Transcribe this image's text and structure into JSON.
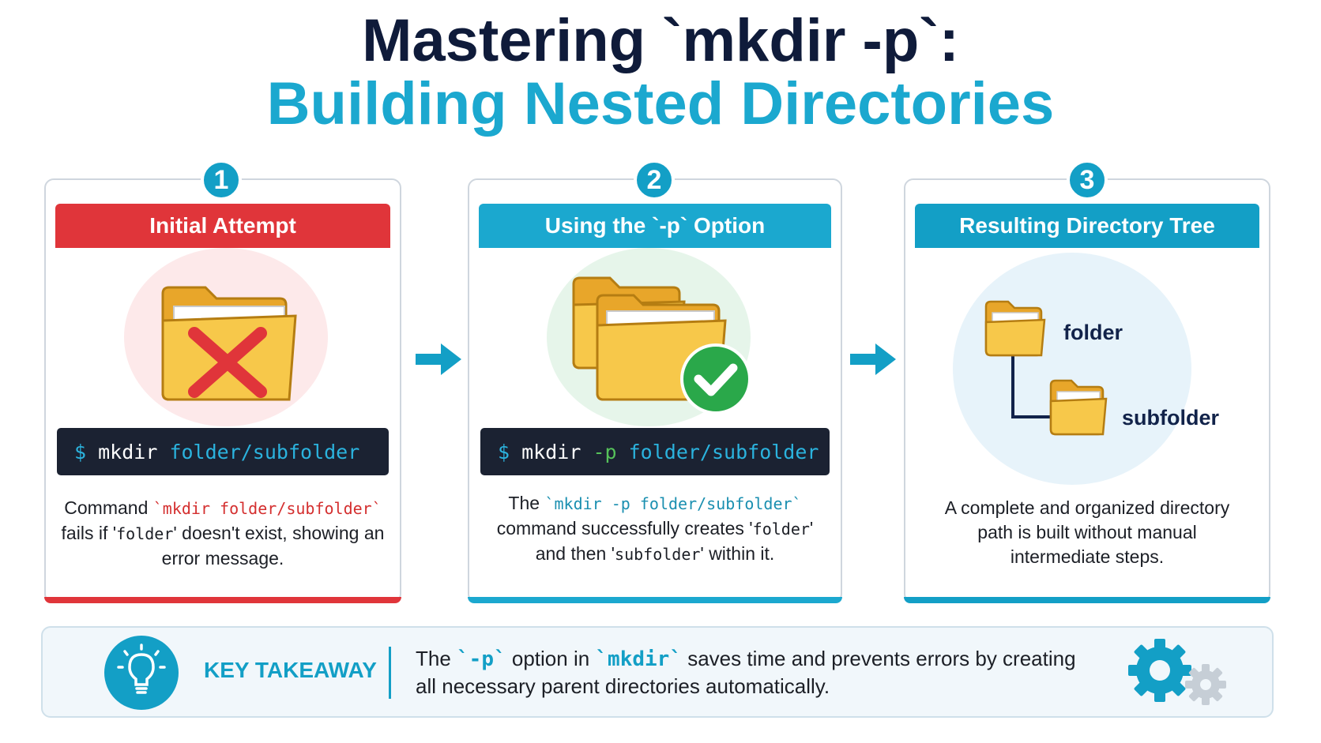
{
  "title": {
    "line1": "Mastering `mkdir -p`:",
    "line2": "Building Nested Directories"
  },
  "colors": {
    "navy": "#0f1b3a",
    "teal": "#1ba8cf",
    "red": "#e0353a",
    "folder": "#f7c84a",
    "success": "#2aa84a"
  },
  "steps": [
    {
      "number": "1",
      "header": "Initial Attempt",
      "icon": "folder-error-icon",
      "terminal": {
        "prompt": "$",
        "command": "mkdir",
        "flag": "",
        "path": "folder/subfolder"
      },
      "desc": {
        "pre": "Command ",
        "code": "`mkdir folder/subfolder`",
        "mid": " fails if '",
        "code2": "folder",
        "post": "' doesn't exist, showing an error message."
      }
    },
    {
      "number": "2",
      "header": "Using the `-p` Option",
      "icon": "folders-success-icon",
      "terminal": {
        "prompt": "$",
        "command": "mkdir",
        "flag": "-p",
        "path": "folder/subfolder"
      },
      "desc": {
        "pre": "The ",
        "code": "`mkdir -p folder/subfolder`",
        "mid": " command successfully creates '",
        "code2": "folder",
        "mid2": "' and then '",
        "code3": "subfolder",
        "post": "' within it."
      }
    },
    {
      "number": "3",
      "header": "Resulting Directory Tree",
      "icon": "directory-tree-icon",
      "tree": {
        "parent": "folder",
        "child": "subfolder"
      },
      "desc": {
        "text": "A complete and organized directory path is built without manual intermediate steps."
      }
    }
  ],
  "takeaway": {
    "label": "KEY TAKEAWAY",
    "pre": "The ",
    "code1": "`-p`",
    "mid": " option in ",
    "code2": "`mkdir`",
    "post": " saves time and prevents errors by creating all necessary parent directories automatically."
  }
}
